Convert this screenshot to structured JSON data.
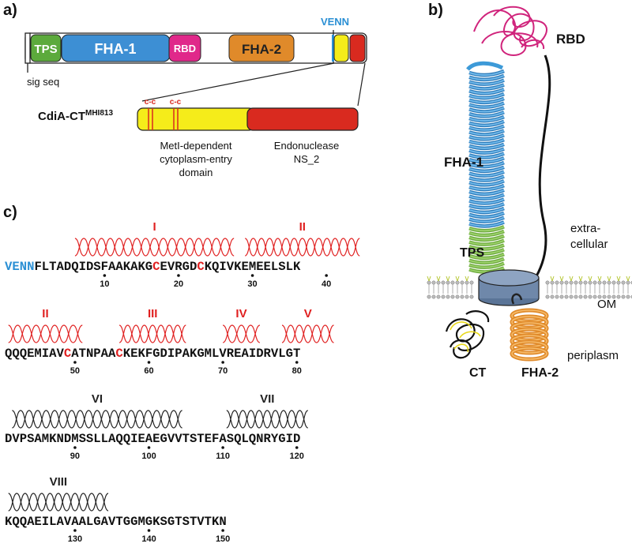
{
  "panel_a": {
    "label": "a)",
    "domains": {
      "tps": "TPS",
      "fha1": "FHA-1",
      "rbd": "RBD",
      "fha2": "FHA-2"
    },
    "sig_seq": "sig seq",
    "venn": "VENN",
    "ct_name": "CdiA-CT",
    "ct_superscript": "MHI813",
    "cc1": "c-c",
    "cc2": "c-c",
    "ct_domain1": [
      "MetI-dependent",
      "cytoplasm-entry",
      "domain"
    ],
    "ct_domain2": [
      "Endonuclease",
      "NS_2"
    ],
    "colors": {
      "tps": "#5caa3c",
      "fha1": "#3d8fd4",
      "rbd": "#e0288a",
      "fha2": "#e08a2a",
      "ct_yellow": "#f5ec1a",
      "ct_red": "#d92a1f",
      "venn": "#2a8fd4"
    }
  },
  "panel_b": {
    "label": "b)",
    "rbd": "RBD",
    "fha1": "FHA-1",
    "tps": "TPS",
    "extracellular": [
      "extra-",
      "cellular"
    ],
    "om": "OM",
    "periplasm": "periplasm",
    "ct": "CT",
    "fha2": "FHA-2"
  },
  "panel_c": {
    "label": "c)",
    "rows": [
      {
        "segments": [
          {
            "t": "VENN",
            "c": "blue"
          },
          {
            "t": "FLTADQIDSFAAKAKG",
            "c": "black"
          },
          {
            "t": "C",
            "c": "red"
          },
          {
            "t": "EVRGD",
            "c": "black"
          },
          {
            "t": "C",
            "c": "red"
          },
          {
            "t": "KQIVKEMEELSLK",
            "c": "black"
          }
        ],
        "ticks": [
          "10",
          "20",
          "30",
          "40"
        ],
        "helices": [
          {
            "name": "I",
            "color": "red"
          },
          {
            "name": "II",
            "color": "red"
          }
        ]
      },
      {
        "segments": [
          {
            "t": "QQQEMIAV",
            "c": "black"
          },
          {
            "t": "C",
            "c": "red"
          },
          {
            "t": "ATNPAA",
            "c": "black"
          },
          {
            "t": "C",
            "c": "red"
          },
          {
            "t": "KEKFGDIPAKGMLVREAIDRVLGT",
            "c": "black"
          }
        ],
        "ticks": [
          "50",
          "60",
          "70",
          "80"
        ],
        "helices": [
          {
            "name": "II",
            "color": "red"
          },
          {
            "name": "III",
            "color": "red"
          },
          {
            "name": "IV",
            "color": "red"
          },
          {
            "name": "V",
            "color": "red"
          }
        ]
      },
      {
        "segments": [
          {
            "t": "DVPSAMKNDMSSLLAQQIEAEGVVTSTEFASQLQNRYGID",
            "c": "black"
          }
        ],
        "ticks": [
          "90",
          "100",
          "110",
          "120"
        ],
        "helices": [
          {
            "name": "VI",
            "color": "black"
          },
          {
            "name": "VII",
            "color": "black"
          }
        ]
      },
      {
        "segments": [
          {
            "t": "KQQAEILAVAALGAVTGGMGKSGTSTVTKN",
            "c": "black"
          }
        ],
        "ticks": [
          "130",
          "140",
          "150"
        ],
        "helices": [
          {
            "name": "VIII",
            "color": "black"
          }
        ]
      }
    ]
  }
}
